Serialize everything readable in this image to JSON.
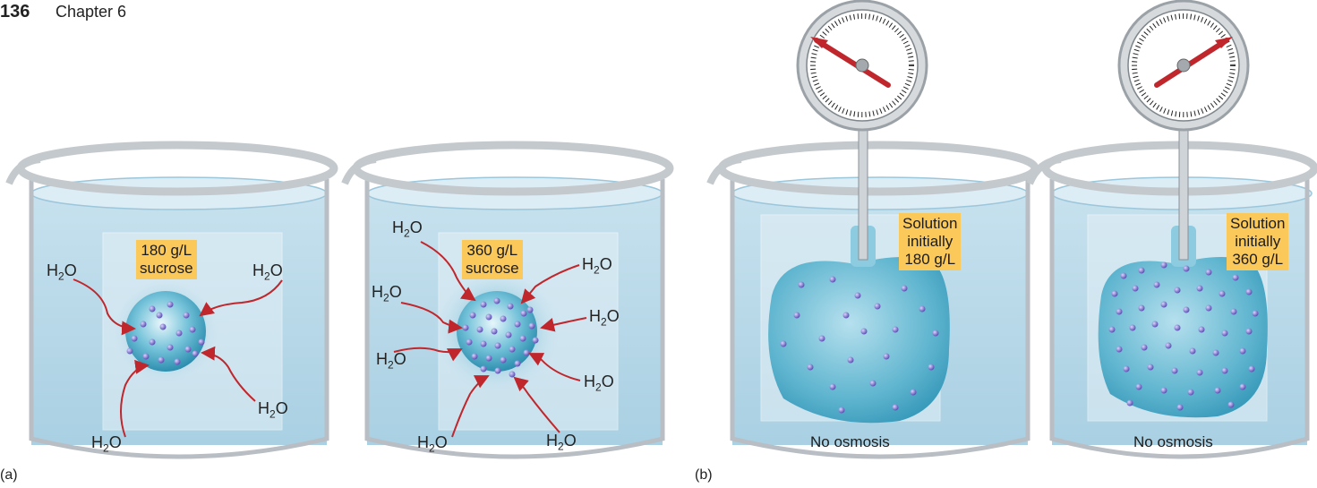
{
  "header": {
    "page_number": "136",
    "chapter": "Chapter 6"
  },
  "parts": {
    "a": "(a)",
    "b": "(b)"
  },
  "water": {
    "h": "H",
    "sub": "2",
    "o": "O"
  },
  "beaker1": {
    "label_line1": "180 g/L",
    "label_line2": "sucrose"
  },
  "beaker2": {
    "label_line1": "360 g/L",
    "label_line2": "sucrose"
  },
  "beaker3": {
    "tag_line1": "Solution",
    "tag_line2": "initially",
    "tag_line3": "180 g/L",
    "caption": "No osmosis"
  },
  "beaker4": {
    "tag_line1": "Solution",
    "tag_line2": "initially",
    "tag_line3": "360 g/L",
    "caption": "No osmosis"
  },
  "colors": {
    "arrow": "#c0272d",
    "tag": "#fbc85a",
    "water": "#cfe6f2",
    "cell": "#5bb6cf",
    "particle": "#7b73c9"
  }
}
